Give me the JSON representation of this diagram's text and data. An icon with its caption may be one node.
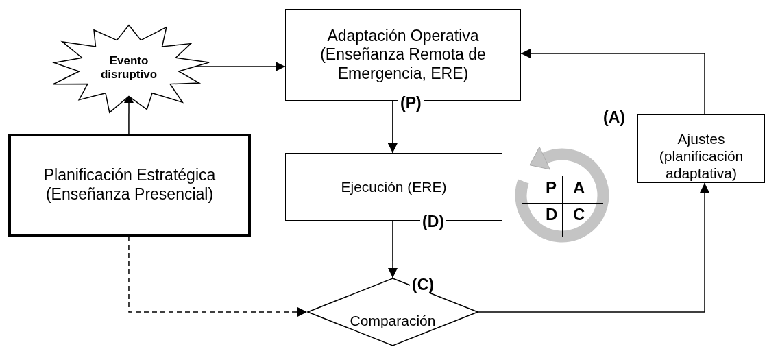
{
  "diagram": {
    "nodes": [
      {
        "text": [
          "Evento disruptivo"
        ]
      },
      {
        "text": [
          "Adaptación Operativa (Enseñanza Remota de Emergencia, ERE)",
          "(P)"
        ]
      },
      {
        "text": [
          "Planificación Estratégica (Enseñanza Presencial)"
        ]
      },
      {
        "text": [
          "Ejecución (ERE)",
          "(D)"
        ]
      },
      {
        "text": [
          "(A)",
          "Ajustes (planificación adaptativa)"
        ]
      },
      {
        "text": [
          "(C)",
          "Comparación"
        ]
      }
    ],
    "edges": [
      {
        "from": 0,
        "to": 1,
        "arrow": "to"
      },
      {
        "from": 2,
        "to": 0,
        "arrow": "to"
      },
      {
        "from": 1,
        "to": 3,
        "arrow": "to"
      },
      {
        "from": 3,
        "to": 5,
        "arrow": "to"
      },
      {
        "from": 2,
        "to": 5,
        "arrow": "to",
        "style": "dashed"
      },
      {
        "from": 5,
        "to": 4,
        "arrow": "to"
      },
      {
        "from": 4,
        "to": 1,
        "arrow": "to"
      }
    ],
    "labels": [
      "P",
      "A",
      "D",
      "C"
    ]
  }
}
